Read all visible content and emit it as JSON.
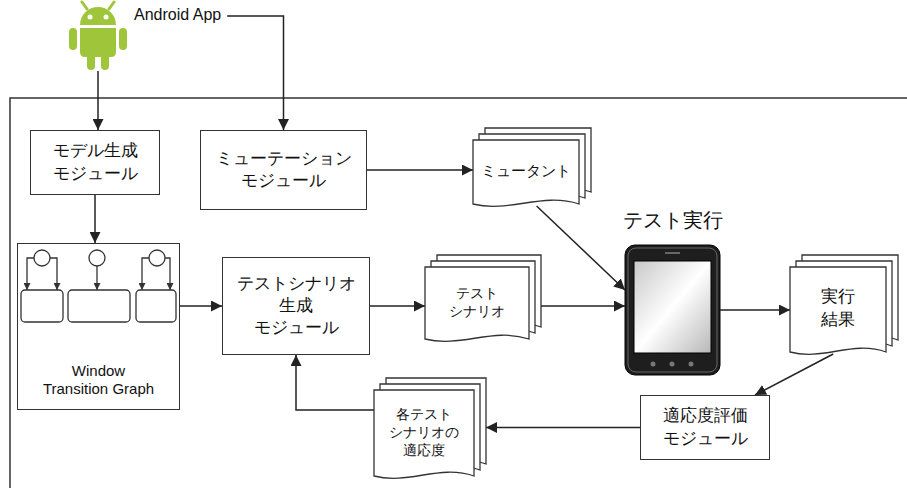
{
  "diagram": {
    "nodes": [
      {
        "text": [
          "Android App"
        ]
      },
      {
        "text": [
          "モデル生成 モジュール"
        ]
      },
      {
        "text": [
          "ミューテーション モジュール"
        ]
      },
      {
        "text": [
          "ミュータント"
        ]
      },
      {
        "text": [
          "Window Transition Graph"
        ]
      },
      {
        "text": [
          "テストシナリオ 生成 モジュール"
        ]
      },
      {
        "text": [
          "テスト シナリオ"
        ]
      },
      {
        "text": [
          "テスト実行"
        ]
      },
      {
        "text": [
          "実行 結果"
        ]
      },
      {
        "text": [
          "適応度評価 モジュール"
        ]
      },
      {
        "text": [
          "各テスト シナリオの 適応度"
        ]
      }
    ],
    "edges": [
      {
        "from": 0,
        "to": 1,
        "arrow": "to"
      },
      {
        "from": 0,
        "to": 2,
        "arrow": "to"
      },
      {
        "from": 1,
        "to": 4,
        "arrow": "to"
      },
      {
        "from": 2,
        "to": 3,
        "arrow": "to"
      },
      {
        "from": 3,
        "to": 7,
        "arrow": "to"
      },
      {
        "from": 4,
        "to": 5,
        "arrow": "to"
      },
      {
        "from": 5,
        "to": 6,
        "arrow": "to"
      },
      {
        "from": 6,
        "to": 7,
        "arrow": "to"
      },
      {
        "from": 7,
        "to": 8,
        "arrow": "to"
      },
      {
        "from": 8,
        "to": 9,
        "arrow": "to"
      },
      {
        "from": 9,
        "to": 10,
        "arrow": "to"
      },
      {
        "from": 10,
        "to": 5,
        "arrow": "to"
      }
    ]
  }
}
